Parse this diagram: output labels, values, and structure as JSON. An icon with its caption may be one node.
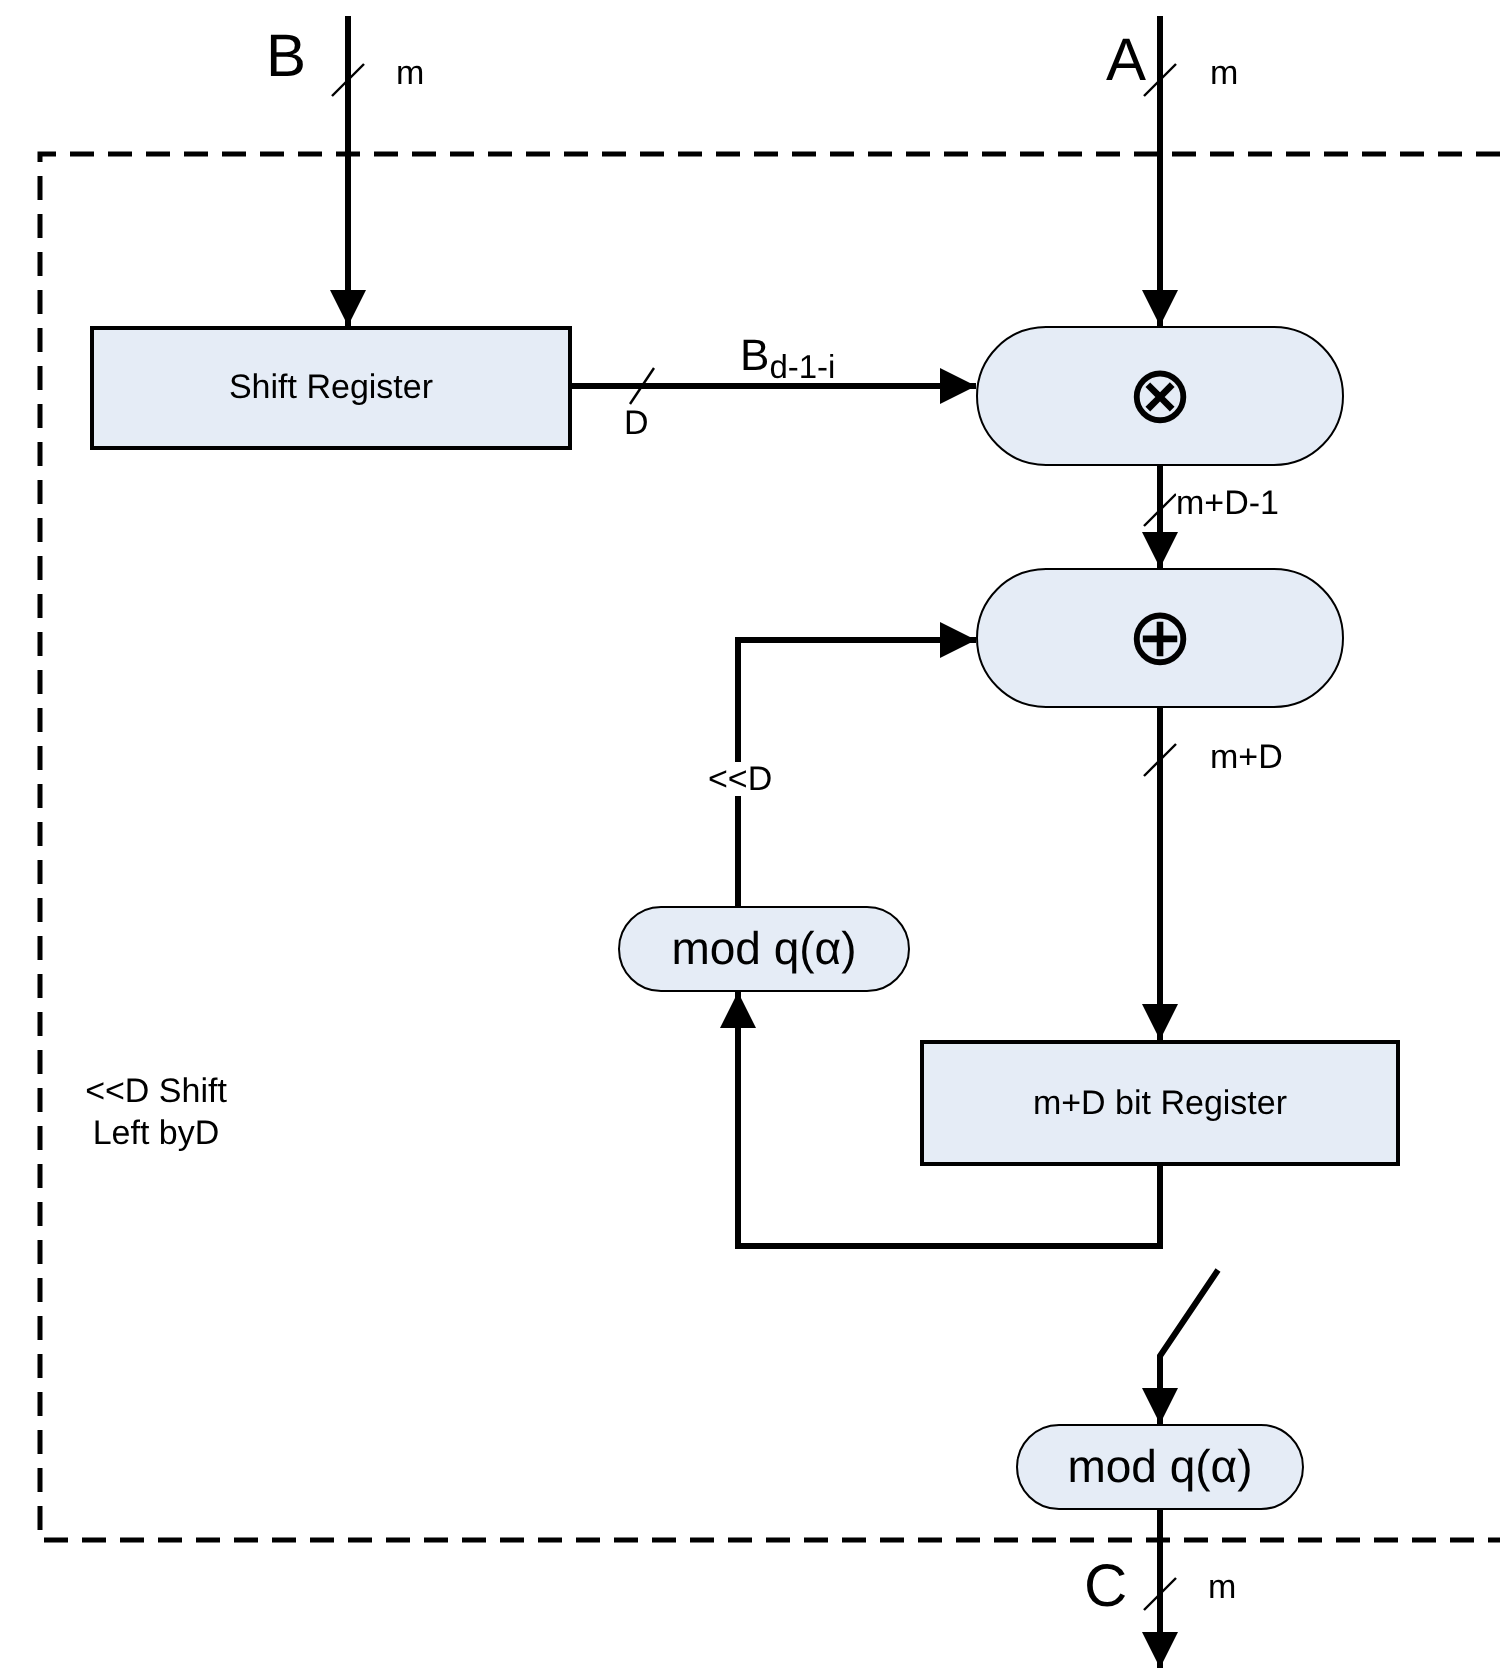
{
  "diagram": {
    "nodes": [
      {
        "text": [
          "Shift Register"
        ]
      },
      {
        "text": [
          "⊗"
        ]
      },
      {
        "text": [
          "⊕"
        ]
      },
      {
        "text": [
          "mod q(α)"
        ]
      },
      {
        "text": [
          "m+D bit Register"
        ]
      },
      {
        "text": [
          "mod q(α)"
        ]
      }
    ],
    "edges": [
      {
        "from": null,
        "to": 0,
        "arrow": "to",
        "label": "m"
      },
      {
        "from": null,
        "to": 1,
        "arrow": "to",
        "label": "m"
      },
      {
        "from": 0,
        "to": 1,
        "arrow": "to",
        "label": "D"
      },
      {
        "from": 1,
        "to": 2,
        "arrow": "to",
        "label": "m+D-1"
      },
      {
        "from": 2,
        "to": 4,
        "arrow": "to",
        "label": "m+D"
      },
      {
        "from": 4,
        "to": 3,
        "arrow": "to"
      },
      {
        "from": 3,
        "to": 2,
        "arrow": "to",
        "label": "<<D"
      },
      {
        "from": null,
        "to": 5,
        "arrow": "to"
      },
      {
        "from": 5,
        "to": null,
        "arrow": "to",
        "label": "m"
      }
    ],
    "labels": [
      "B",
      "A",
      "B$_{d-1-i}$",
      "<<D Shift Left byD",
      "C"
    ]
  }
}
